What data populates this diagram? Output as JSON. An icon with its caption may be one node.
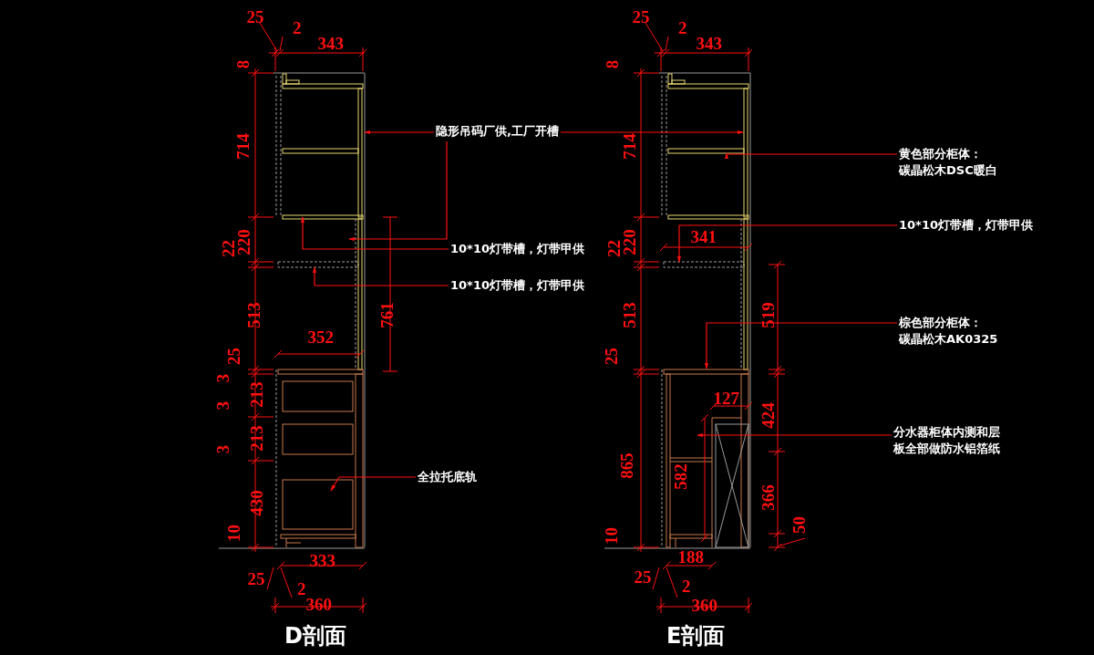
{
  "diagram": {
    "nodes": [
      {
        "text": [
          "隐形吊码厂供,工厂开槽"
        ]
      },
      {
        "text": [
          "10*10灯带槽，灯带甲供"
        ]
      },
      {
        "text": [
          "10*10灯带槽，灯带甲供"
        ]
      },
      {
        "text": [
          "黄色部分柜体：碳晶松木DSC暖白"
        ]
      },
      {
        "text": [
          "10*10灯带槽，灯带甲供"
        ]
      },
      {
        "text": [
          "棕色部分柜体：碳晶松木AK0325"
        ]
      },
      {
        "text": [
          "分水器柜体内测和层板全部做防水铝箔纸"
        ]
      },
      {
        "text": [
          "全拉托底轨"
        ]
      },
      {
        "text": [],
        "shape": "picture"
      },
      {
        "text": [],
        "shape": "picture"
      }
    ],
    "edges": [
      {
        "from": 0,
        "to": 8,
        "arrow": "to"
      },
      {
        "from": 0,
        "to": 9,
        "arrow": "to"
      },
      {
        "from": 0,
        "to": 8,
        "arrow": "to"
      },
      {
        "from": 1,
        "to": 8,
        "arrow": "to"
      },
      {
        "from": 2,
        "to": 8,
        "arrow": "to"
      },
      {
        "from": 3,
        "to": 9,
        "arrow": "to"
      },
      {
        "from": 4,
        "to": 9,
        "arrow": "to"
      },
      {
        "from": 5,
        "to": 9,
        "arrow": "to"
      },
      {
        "from": 6,
        "to": 9,
        "arrow": "to"
      },
      {
        "from": 7,
        "to": 8,
        "arrow": "to"
      }
    ],
    "labels": [
      "25",
      "2",
      "343",
      "8",
      "714",
      "22",
      "220",
      "513",
      "761",
      "352",
      "25",
      "3",
      "213",
      "3",
      "213",
      "3",
      "430",
      "10",
      "333",
      "25",
      "2",
      "360",
      "D剖面",
      "25",
      "2",
      "343",
      "8",
      "714",
      "22",
      "220",
      "341",
      "513",
      "519",
      "25",
      "127",
      "424",
      "865",
      "582",
      "366",
      "10",
      "50",
      "188",
      "25",
      "2",
      "360",
      "E剖面"
    ]
  }
}
